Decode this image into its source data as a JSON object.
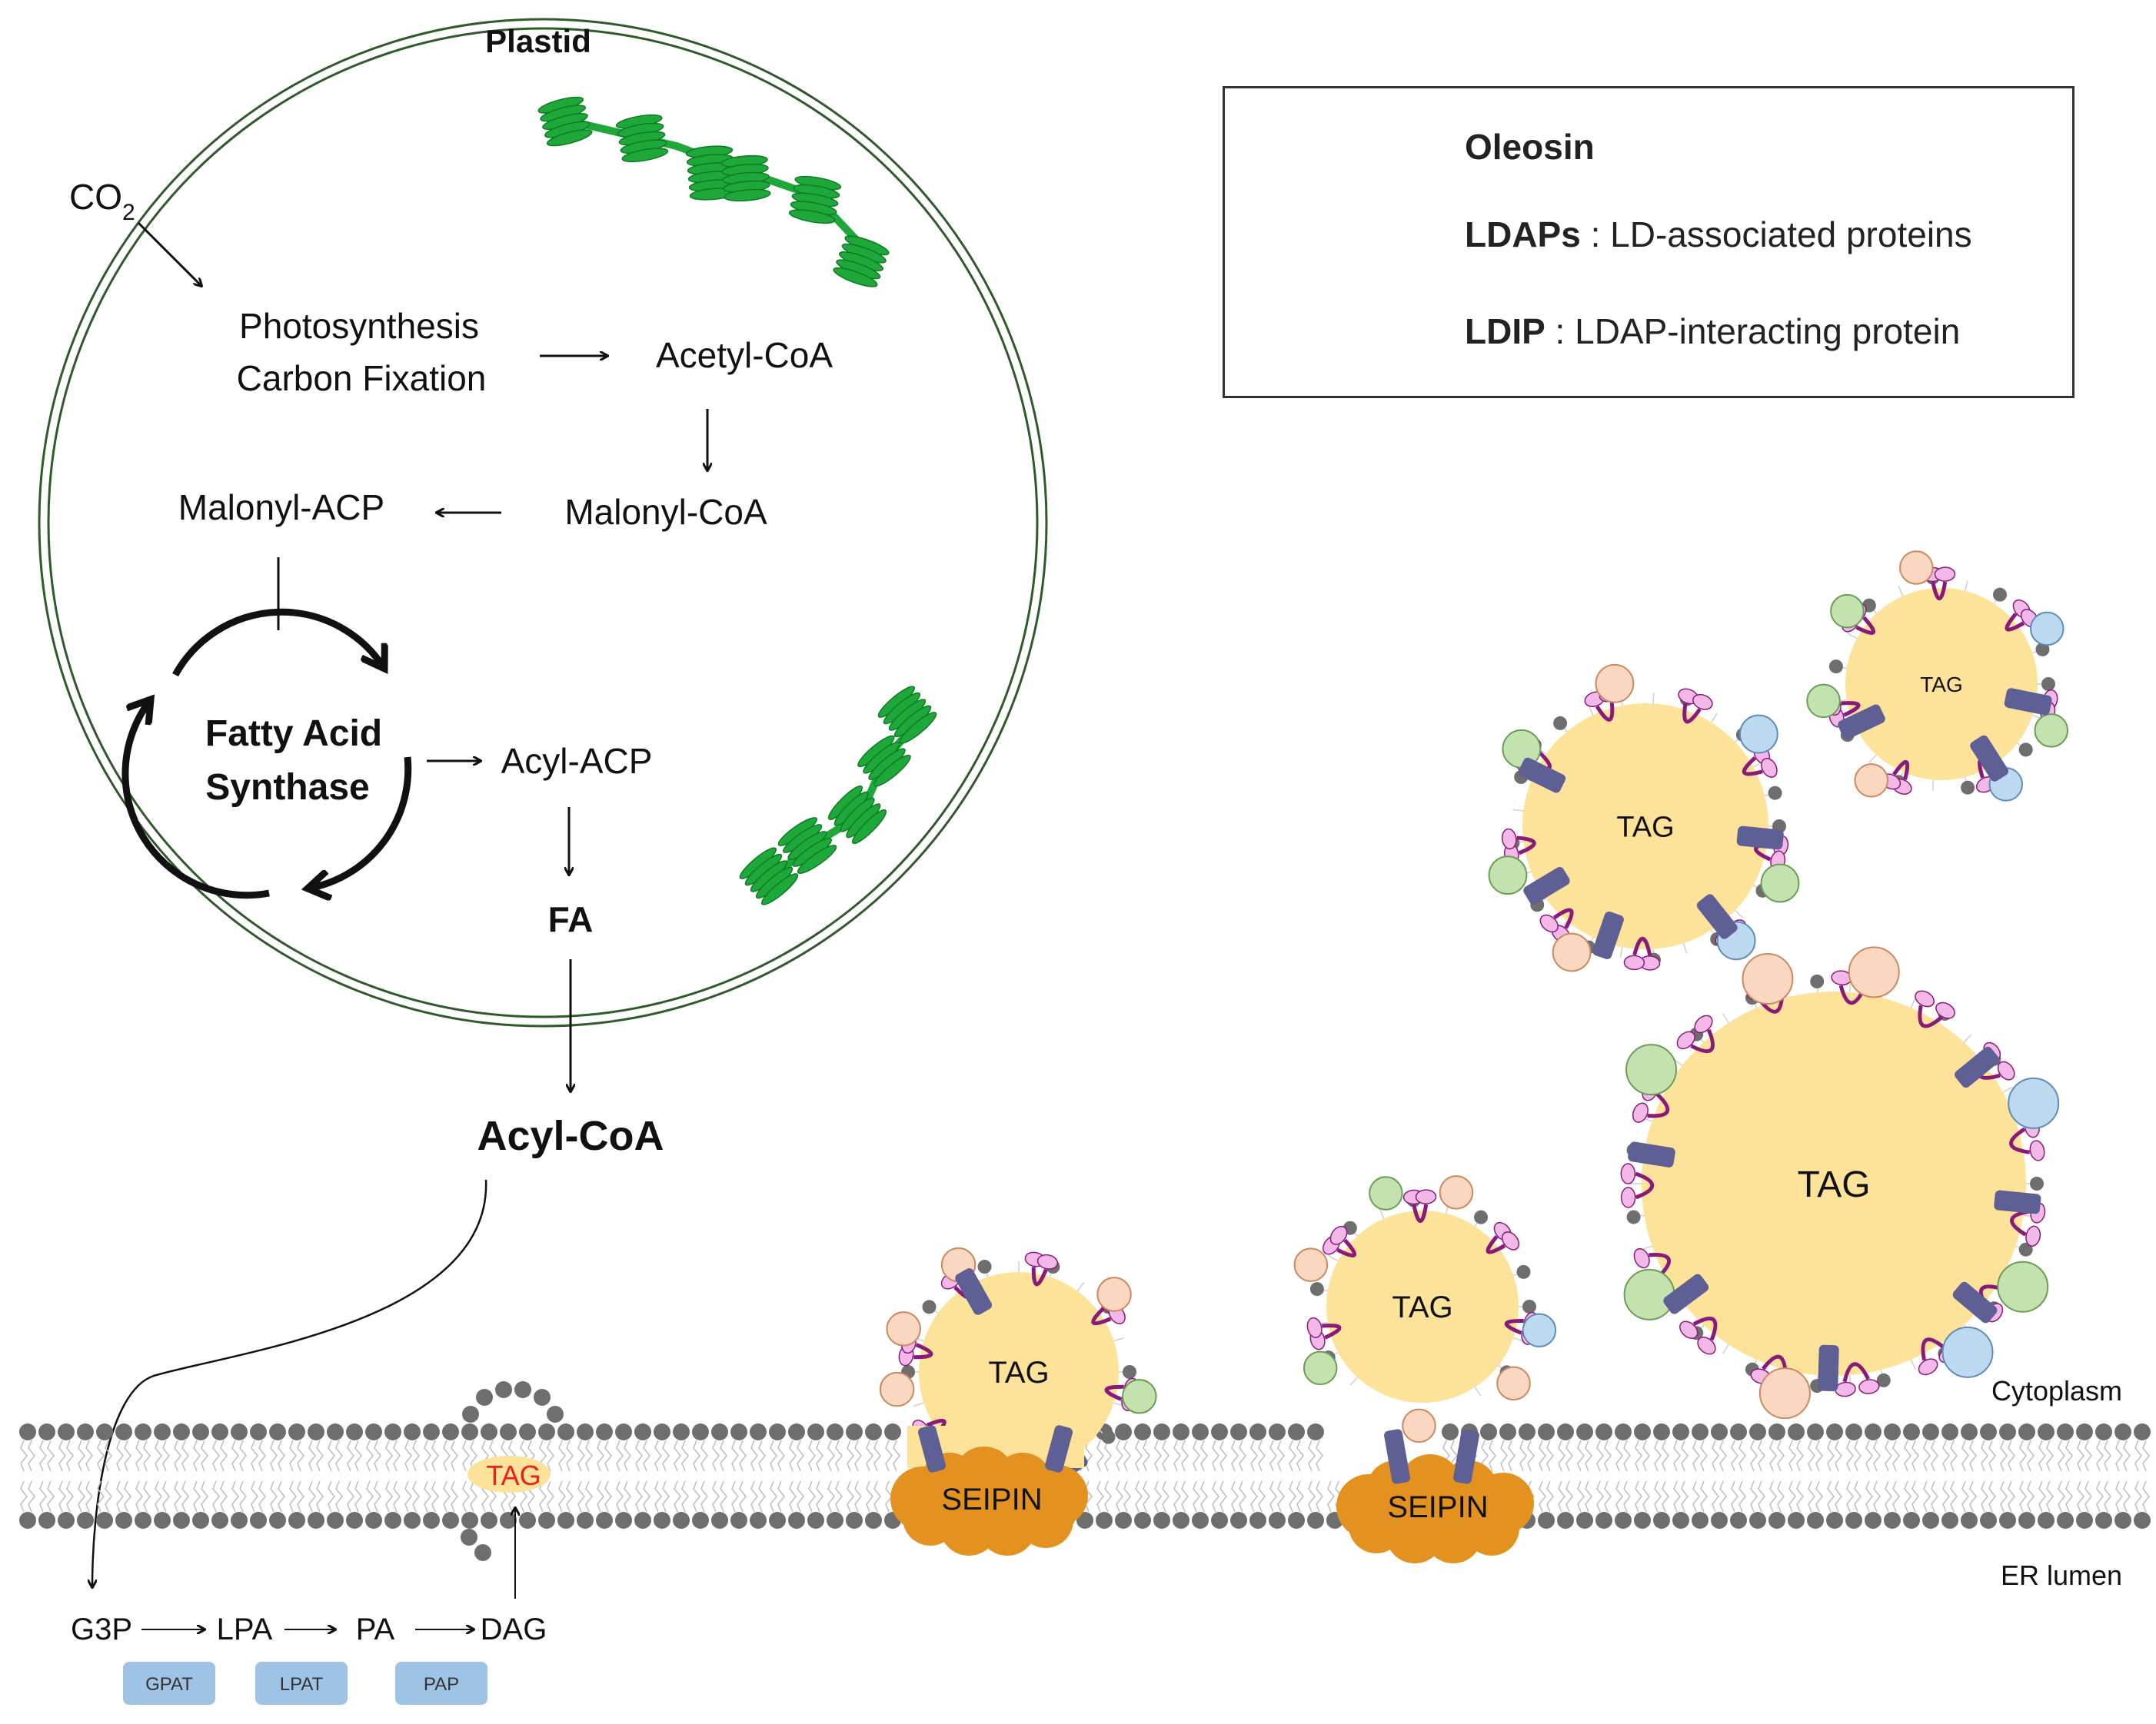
{
  "plastid": {
    "title": "Plastid",
    "co2": "CO",
    "co2_sub": "2",
    "photosynthesis_line1": "Photosynthesis",
    "photosynthesis_line2": "Carbon Fixation",
    "acetyl_coa": "Acetyl-CoA",
    "malonyl_coa": "Malonyl-CoA",
    "malonyl_acp": "Malonyl-ACP",
    "fas_line1": "Fatty Acid",
    "fas_line2": "Synthase",
    "acyl_acp": "Acyl-ACP",
    "fa": "FA"
  },
  "acyl_coa": "Acyl-CoA",
  "pathway": {
    "steps": [
      "G3P",
      "LPA",
      "PA",
      "DAG"
    ],
    "enzymes": [
      "GPAT",
      "LPAT",
      "PAP"
    ]
  },
  "membrane": {
    "tag_inside": "TAG",
    "cytoplasm": "Cytoplasm",
    "er_lumen": "ER lumen"
  },
  "droplets": {
    "tag_label": "TAG",
    "seipin": "SEIPIN"
  },
  "legend": {
    "oleosin": "Oleosin",
    "ldaps_bold": "LDAPs",
    "ldaps_rest": " : LD-associated proteins",
    "ldip_bold": "LDIP",
    "ldip_rest": " : LDAP-interacting protein"
  },
  "colors": {
    "tag_fill": "#fde29a",
    "oleosin": "#8a1a7a",
    "oleosin_head": "#f2b8e8",
    "ldip": "#5d5f95",
    "seipin": "#e3921f",
    "thylakoid": "#1ea83a",
    "lipid_head": "#6e6e6e",
    "enzyme_box": "#9fc3e4",
    "ldap_orange": "#fad7c0",
    "ldap_green": "#c3e2b0",
    "ldap_blue": "#bcd9ef",
    "tag_red": "#e8221c"
  }
}
